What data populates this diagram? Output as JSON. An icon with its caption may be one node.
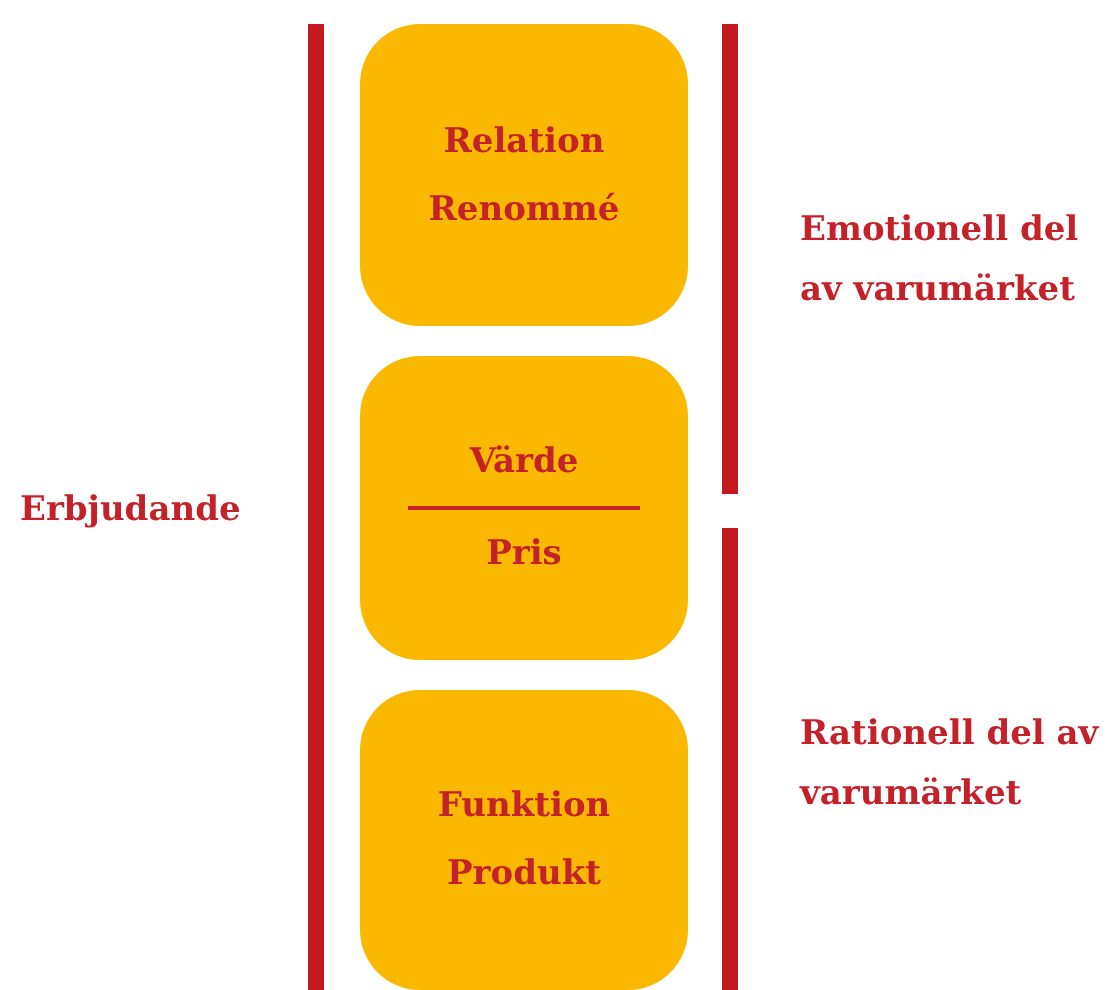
{
  "diagram": {
    "nodes": [
      {
        "text": [
          "Relation",
          "Renommé"
        ]
      },
      {
        "text": [
          "Värde",
          "Pris"
        ]
      },
      {
        "text": [
          "Funktion",
          "Produkt"
        ]
      }
    ],
    "labels": [
      "Erbjudande",
      "Emotionell del av varumärket",
      "Rationell del av varumärket"
    ]
  }
}
